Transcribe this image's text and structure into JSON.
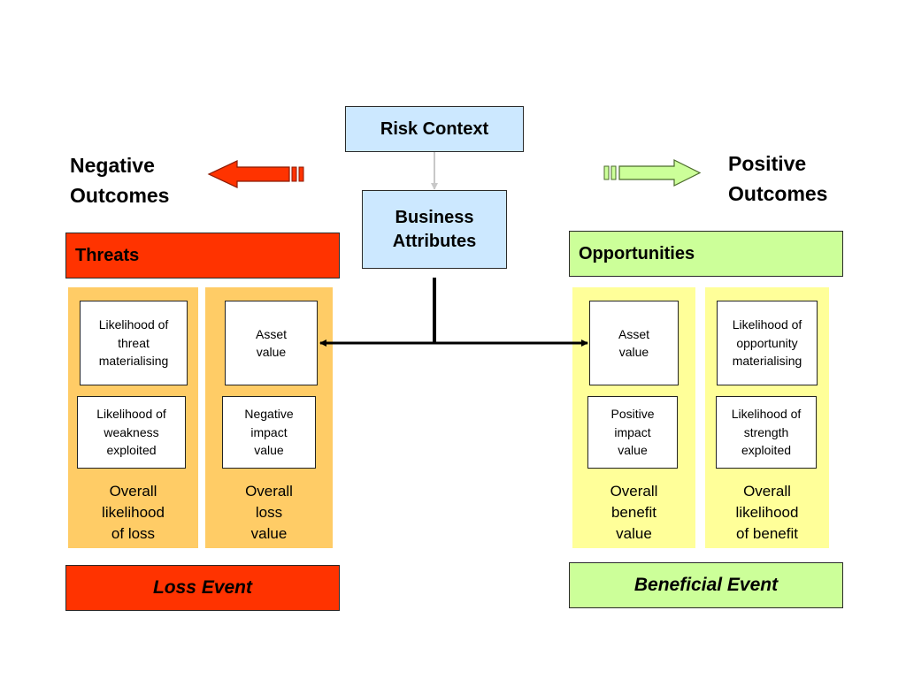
{
  "top": {
    "risk_context": "Risk Context",
    "business_attributes": "Business\nAttributes"
  },
  "negative": {
    "title": "Negative\nOutcomes",
    "header": "Threats",
    "col1": {
      "box1": "Likelihood of\nthreat\nmaterialising",
      "box2": "Likelihood of\nweakness\nexploited",
      "summary": "Overall\nlikelihood\nof loss"
    },
    "col2": {
      "box1": "Asset\nvalue",
      "box2": "Negative\nimpact\nvalue",
      "summary": "Overall\nloss\nvalue"
    },
    "event": "Loss Event"
  },
  "positive": {
    "title": "Positive\nOutcomes",
    "header": "Opportunities",
    "col1": {
      "box1": "Asset\nvalue",
      "box2": "Positive\nimpact\nvalue",
      "summary": "Overall\nbenefit\nvalue"
    },
    "col2": {
      "box1": "Likelihood of\nopportunity\nmaterialising",
      "box2": "Likelihood of\nstrength\nexploited",
      "summary": "Overall\nlikelihood\nof benefit"
    },
    "event": "Beneficial Event"
  },
  "colors": {
    "threat_red": "#ff3300",
    "opportunity_green": "#ccff99",
    "loss_column": "#ffcc66",
    "benefit_column": "#ffff99",
    "context_blue": "#cce8ff"
  },
  "icons": {
    "negative_arrow": "left-arrow-icon",
    "positive_arrow": "right-arrow-icon"
  }
}
